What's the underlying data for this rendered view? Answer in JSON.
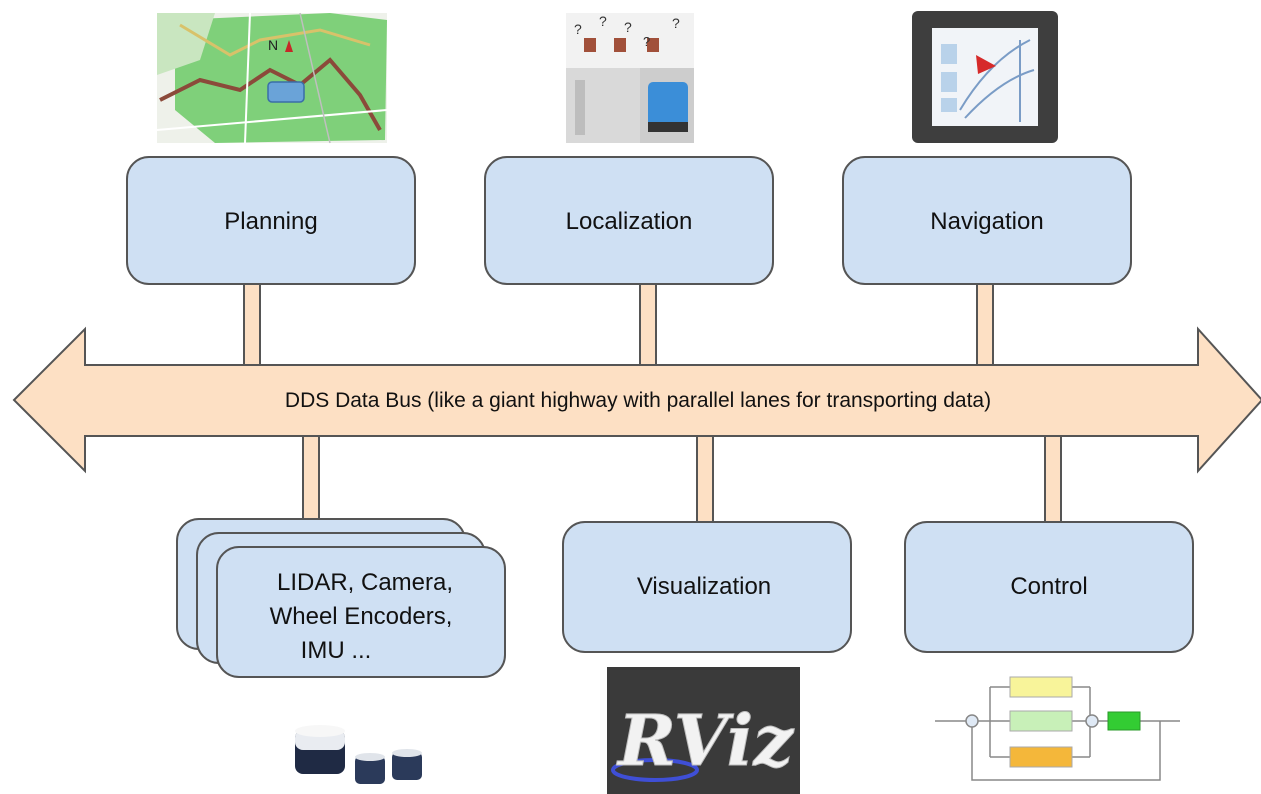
{
  "bus": {
    "label": "DDS Data Bus (like a giant highway with parallel lanes for transporting data)"
  },
  "nodes": {
    "planning": "Planning",
    "localization": "Localization",
    "navigation": "Navigation",
    "sensors": [
      "LIDAR, Camera,",
      "Wheel Encoders,",
      "IMU ..."
    ],
    "visualization": "Visualization",
    "control": "Control"
  },
  "images": {
    "planning": "map-with-route-icon",
    "localization": "robot-localization-icon",
    "navigation": "navigation-tablet-icon",
    "sensors": "lidar-sensors-icon",
    "visualization": "rviz-logo",
    "control": "pid-block-diagram-icon"
  },
  "logo": {
    "rviz_text": "RViz"
  },
  "colors": {
    "node_fill": "#cfe0f3",
    "node_stroke": "#555555",
    "bus_fill": "#fde0c4",
    "bus_stroke": "#555555",
    "connector_fill": "#fde0c4"
  }
}
